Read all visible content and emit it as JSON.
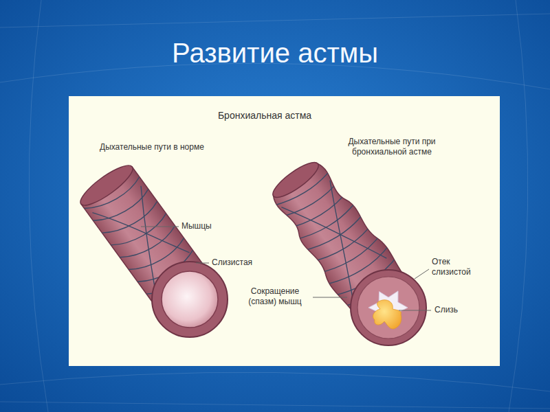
{
  "diagram": {
    "title": "Развитие астмы",
    "labels": [
      "Бронхиальная астма",
      "Дыхательные пути в норме",
      "Дыхательные пути при бронхиальной астме",
      "Мышцы",
      "Слизистая",
      "Сокращение (спазм) мышц",
      "Отек слизистой",
      "Слизь"
    ]
  }
}
